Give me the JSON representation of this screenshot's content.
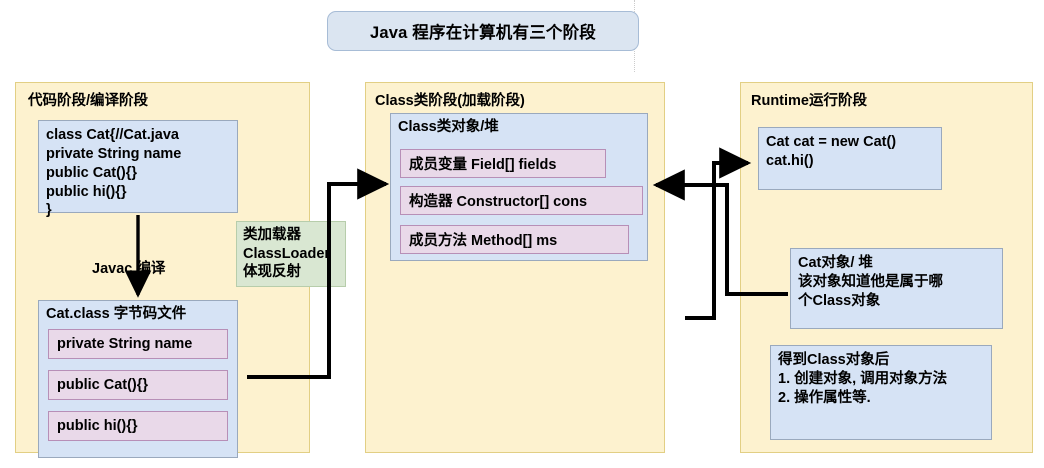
{
  "title": {
    "text": "Java 程序在计算机有三个阶段"
  },
  "stages": [
    {
      "id": "compile",
      "title": "代码阶段/编译阶段",
      "source_box": {
        "name": "cat-source-code",
        "lines": [
          "class Cat{//Cat.java",
          "private String name",
          "public Cat(){}",
          "public hi(){}",
          "}"
        ]
      },
      "arrow_label": "Javac 编译",
      "class_file_box": {
        "name": "cat-class-file",
        "heading": "Cat.class 字节码文件",
        "items": [
          "private String name",
          "public Cat(){}",
          "public hi(){}"
        ]
      }
    },
    {
      "id": "class-load",
      "title": "Class类阶段(加载阶段)",
      "class_object_box": {
        "name": "class-object-heap",
        "heading": "Class类对象/堆",
        "items": [
          "成员变量 Field[] fields",
          "构造器 Constructor[] cons",
          "成员方法 Method[] ms"
        ]
      }
    },
    {
      "id": "runtime",
      "title": "Runtime运行阶段",
      "code_box": {
        "name": "runtime-code",
        "lines": [
          "Cat cat = new Cat()",
          "cat.hi()"
        ]
      },
      "cat_object_box": {
        "name": "cat-object-heap",
        "lines": [
          "Cat对象/ 堆",
          "该对象知道他是属于哪",
          "个Class对象"
        ]
      },
      "usage_box": {
        "name": "class-object-usage",
        "lines": [
          "得到Class对象后",
          "1. 创建对象, 调用对象方法",
          "2. 操作属性等."
        ]
      }
    }
  ],
  "classloader_box": {
    "name": "class-loader",
    "lines": [
      "类加载器",
      "ClassLoader",
      "体现反射"
    ]
  },
  "colors": {
    "panel_fill": "#fdf2cf",
    "panel_border": "#e2cf84",
    "blue_fill": "#d6e3f5",
    "blue_border": "#9aa9bd",
    "purple_fill": "#e9d9e9",
    "purple_border": "#b78fb7",
    "green_fill": "#d9e7d2",
    "green_border": "#b7cdab",
    "title_fill": "#dbe5f1",
    "title_border": "#a7bcd6",
    "arrow": "#000000"
  }
}
